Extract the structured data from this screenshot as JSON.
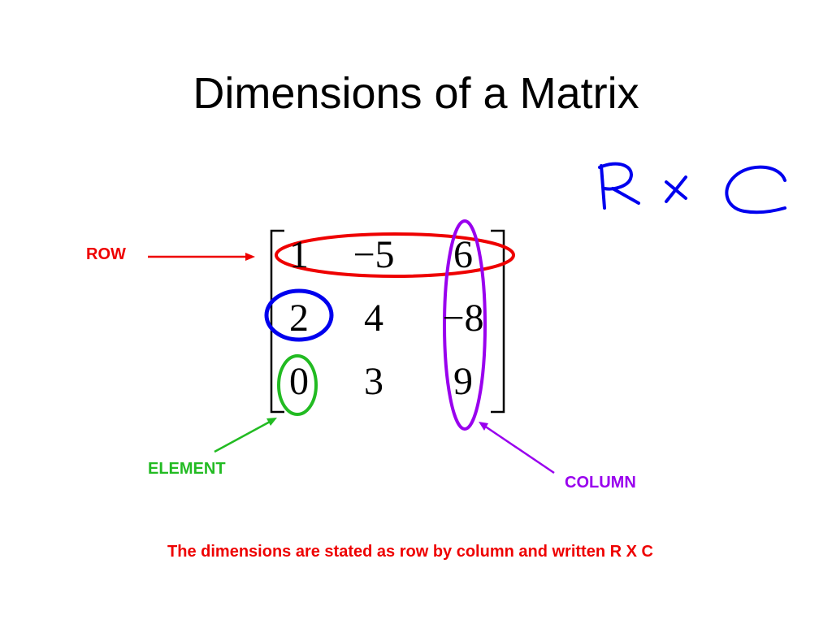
{
  "slide": {
    "title": "Dimensions of a Matrix"
  },
  "matrix": {
    "rows": [
      [
        "1",
        "−5",
        "6"
      ],
      [
        "2",
        "4",
        "−8"
      ],
      [
        "0",
        "3",
        "9"
      ]
    ]
  },
  "handwritten_note": {
    "text": "R x C",
    "color": "#0000ee"
  },
  "labels": {
    "row": {
      "text": "ROW",
      "color": "#ee0000"
    },
    "element": {
      "text": "ELEMENT",
      "color": "#22bb22"
    },
    "column": {
      "text": "COLUMN",
      "color": "#9900ee"
    }
  },
  "footer": {
    "text": "The dimensions are stated as row by column and written R X C",
    "color": "#ee0000"
  }
}
